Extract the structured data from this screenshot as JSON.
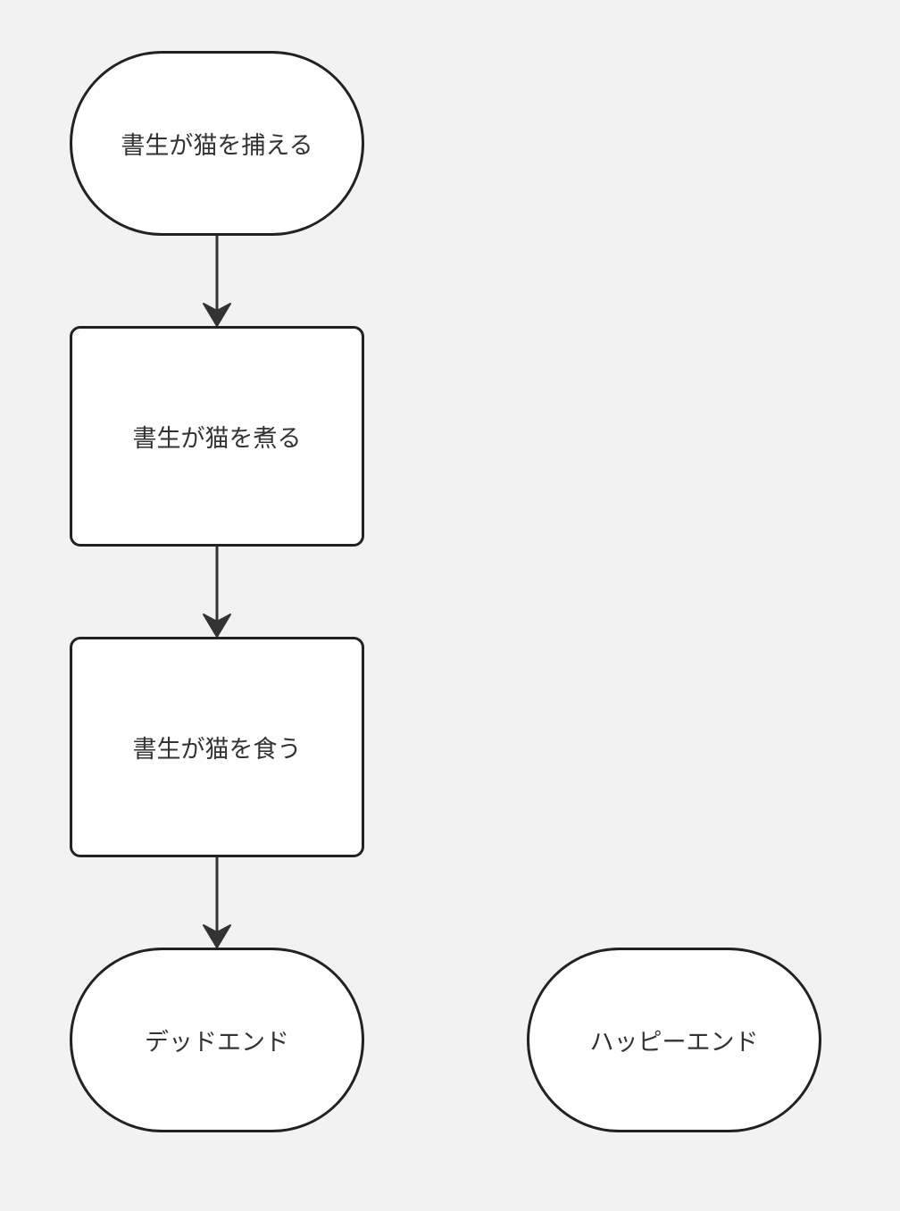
{
  "nodes": {
    "start": {
      "label": "書生が猫を捕える",
      "shape": "terminal"
    },
    "boil": {
      "label": "書生が猫を煮る",
      "shape": "process"
    },
    "eat": {
      "label": "書生が猫を食う",
      "shape": "process"
    },
    "dead": {
      "label": "デッドエンド",
      "shape": "terminal"
    },
    "happy": {
      "label": "ハッピーエンド",
      "shape": "terminal"
    }
  },
  "edges": [
    {
      "from": "start",
      "to": "boil"
    },
    {
      "from": "boil",
      "to": "eat"
    },
    {
      "from": "eat",
      "to": "dead"
    }
  ],
  "colors": {
    "background": "#f2f2f2",
    "node_fill": "#ffffff",
    "node_stroke": "#222222",
    "edge": "#333333",
    "text": "#333333"
  }
}
